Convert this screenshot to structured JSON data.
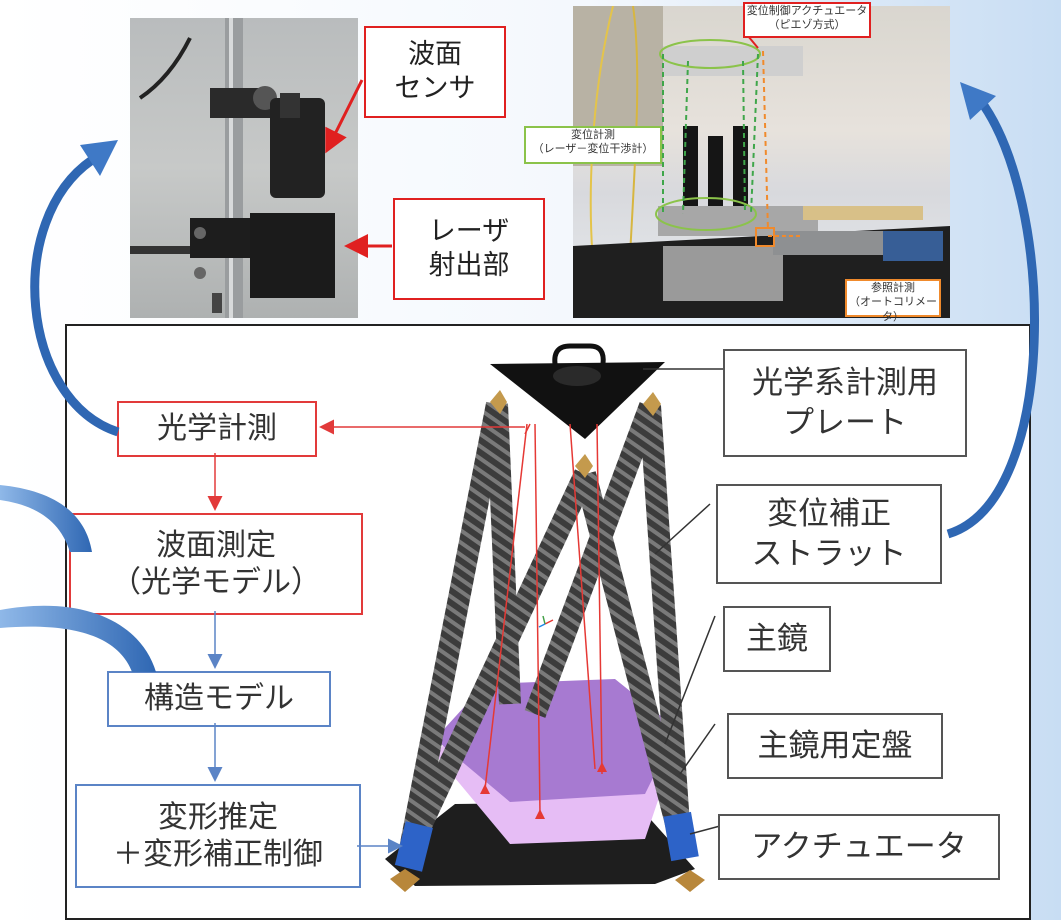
{
  "wavefront_photo": {
    "labels": [
      {
        "id": "wavefront-sensor",
        "lines": [
          "波面",
          "センサ"
        ]
      },
      {
        "id": "laser-emitter",
        "lines": [
          "レーザ",
          "射出部"
        ]
      }
    ]
  },
  "setup_photo": {
    "tags": [
      {
        "id": "actuator-tag",
        "lines": [
          "変位制御アクチュエータ",
          "（ピエゾ方式）"
        ]
      },
      {
        "id": "displacement-tag",
        "lines": [
          "変位計測",
          "（レーザ－変位干渉計）"
        ]
      },
      {
        "id": "reference-tag",
        "lines": [
          "参照計測",
          "（オートコリメータ）"
        ]
      }
    ]
  },
  "flow": [
    {
      "id": "optical-measurement",
      "lines": [
        "光学計測"
      ]
    },
    {
      "id": "wavefront-measurement",
      "lines": [
        "波面測定",
        "（光学モデル）"
      ]
    },
    {
      "id": "structural-model",
      "lines": [
        "構造モデル"
      ]
    },
    {
      "id": "deformation-estimation",
      "lines": [
        "変形推定",
        "＋変形補正制御"
      ]
    }
  ],
  "callouts": [
    {
      "id": "optical-plate",
      "lines": [
        "光学系計測用",
        "プレート"
      ]
    },
    {
      "id": "correction-strut",
      "lines": [
        "変位補正",
        "ストラット"
      ]
    },
    {
      "id": "primary-mirror",
      "lines": [
        "主鏡"
      ]
    },
    {
      "id": "mirror-base",
      "lines": [
        "主鏡用定盤"
      ]
    },
    {
      "id": "actuator",
      "lines": [
        "アクチュエータ"
      ]
    }
  ]
}
